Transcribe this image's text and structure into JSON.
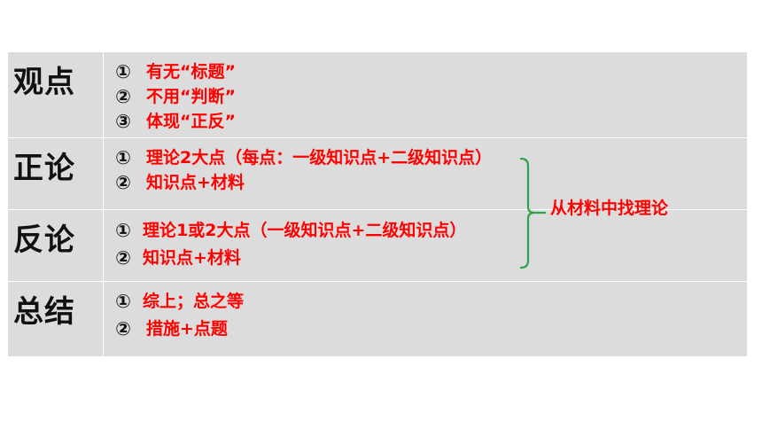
{
  "rows": [
    {
      "label": "观点",
      "items": [
        {
          "num": "①",
          "text": "有无“标题”"
        },
        {
          "num": "②",
          "text": "不用“判断”"
        },
        {
          "num": "③",
          "text": "体现“正反”"
        }
      ]
    },
    {
      "label": "正论",
      "items": [
        {
          "num": "①",
          "text": "理论2大点（每点：一级知识点+二级知识点）"
        },
        {
          "num": "②",
          "text": "知识点+材料"
        }
      ]
    },
    {
      "label": "反论",
      "items": [
        {
          "num": "①",
          "text": "理论1或2大点（一级知识点+二级知识点）"
        },
        {
          "num": "②",
          "text": "知识点+材料"
        }
      ]
    },
    {
      "label": "总结",
      "items": [
        {
          "num": "①",
          "text": "综上；总之等"
        },
        {
          "num": "②",
          "text": "措施+点题"
        }
      ]
    }
  ],
  "brace_note": "从材料中找理论",
  "colors": {
    "accent_text": "#ff0000",
    "brace": "#2ea34a",
    "table_bg": "#dcdcdc"
  }
}
